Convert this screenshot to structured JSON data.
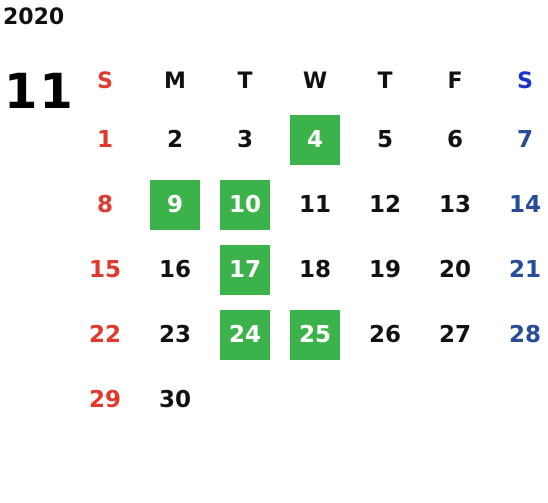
{
  "year": "2020",
  "month": "11",
  "colors": {
    "sunday": "#e03a2e",
    "saturday_header": "#1a33c8",
    "saturday": "#274d9a",
    "weekday": "#111111",
    "highlight_bg": "#3cb34a",
    "highlight_text": "#ffffff"
  },
  "weekdays": [
    "S",
    "M",
    "T",
    "W",
    "T",
    "F",
    "S"
  ],
  "weeks": [
    [
      {
        "day": "1",
        "highlight": false
      },
      {
        "day": "2",
        "highlight": false
      },
      {
        "day": "3",
        "highlight": false
      },
      {
        "day": "4",
        "highlight": true
      },
      {
        "day": "5",
        "highlight": false
      },
      {
        "day": "6",
        "highlight": false
      },
      {
        "day": "7",
        "highlight": false
      }
    ],
    [
      {
        "day": "8",
        "highlight": false
      },
      {
        "day": "9",
        "highlight": true
      },
      {
        "day": "10",
        "highlight": true
      },
      {
        "day": "11",
        "highlight": false
      },
      {
        "day": "12",
        "highlight": false
      },
      {
        "day": "13",
        "highlight": false
      },
      {
        "day": "14",
        "highlight": false
      }
    ],
    [
      {
        "day": "15",
        "highlight": false
      },
      {
        "day": "16",
        "highlight": false
      },
      {
        "day": "17",
        "highlight": true
      },
      {
        "day": "18",
        "highlight": false
      },
      {
        "day": "19",
        "highlight": false
      },
      {
        "day": "20",
        "highlight": false
      },
      {
        "day": "21",
        "highlight": false
      }
    ],
    [
      {
        "day": "22",
        "highlight": false
      },
      {
        "day": "23",
        "highlight": false
      },
      {
        "day": "24",
        "highlight": true
      },
      {
        "day": "25",
        "highlight": true
      },
      {
        "day": "26",
        "highlight": false
      },
      {
        "day": "27",
        "highlight": false
      },
      {
        "day": "28",
        "highlight": false
      }
    ],
    [
      {
        "day": "29",
        "highlight": false
      },
      {
        "day": "30",
        "highlight": false
      }
    ]
  ]
}
